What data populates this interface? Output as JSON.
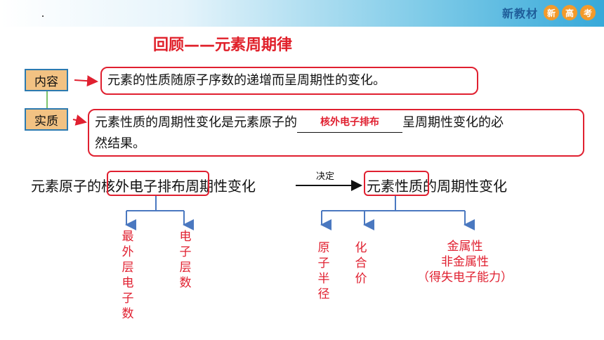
{
  "header": {
    "brand_text": "新教材",
    "badges": [
      "新",
      "高",
      "考"
    ]
  },
  "title": "回顾——元素周期律",
  "rows": [
    {
      "tag": "内容",
      "text": "元素的性质随原子序数的递增而呈周期性的变化。"
    },
    {
      "tag": "实质",
      "text_before": "元素性质的周期性变化是元素原子的",
      "blank_fill": "核外电子排布",
      "text_after": "呈周期性变化的必",
      "text_line2": "然结果。"
    }
  ],
  "flow": {
    "left_prefix": "元素原子的",
    "left_highlight": "核外电子排布",
    "left_suffix": "周期性变化",
    "arrow_label": "决定",
    "right_highlight": "元素性质",
    "right_suffix": "的周期性变化"
  },
  "left_branches": [
    {
      "text": "最外层电子数"
    },
    {
      "text": "电子层数"
    }
  ],
  "right_branches": [
    {
      "text": "原子半径"
    },
    {
      "text": "化合价"
    },
    {
      "lines": [
        "金属性",
        "非金属性",
        "（得失电子能力）"
      ]
    }
  ],
  "colors": {
    "accent_red": "#e02030",
    "tag_fill": "#f2c283",
    "tag_border": "#2c7ab0",
    "branch_line": "#4a78c0",
    "header_blue": "#37a9d9"
  }
}
